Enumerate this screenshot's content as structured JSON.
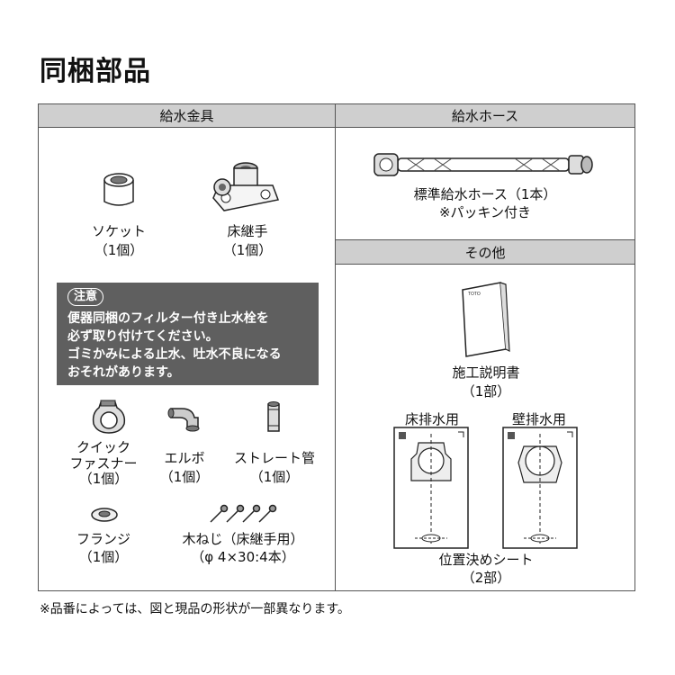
{
  "title": "同梱部品",
  "sections": {
    "fittings": "給水金具",
    "hose": "給水ホース",
    "other": "その他"
  },
  "items": {
    "socket": {
      "name": "ソケット",
      "qty": "（1個）"
    },
    "floor_joint": {
      "name": "床継手",
      "qty": "（1個）"
    },
    "quick_fastener": {
      "name_line1": "クイック",
      "name_line2": "ファスナー",
      "qty": "（1個）"
    },
    "elbow": {
      "name": "エルボ",
      "qty": "（1個）"
    },
    "straight_pipe": {
      "name": "ストレート管",
      "qty": "（1個）"
    },
    "flange": {
      "name": "フランジ",
      "qty": "（1個）"
    },
    "wood_screw": {
      "name": "木ねじ（床継手用）",
      "qty": "（φ 4×30:4本）"
    },
    "hose": {
      "name": "標準給水ホース（1本）",
      "note": "※パッキン付き"
    },
    "manual": {
      "name": "施工説明書",
      "qty": "（1部）",
      "brand": "TOTO"
    },
    "sheet_floor": {
      "name": "床排水用"
    },
    "sheet_wall": {
      "name": "壁排水用"
    },
    "sheet": {
      "name": "位置決めシート",
      "qty": "（2部）"
    }
  },
  "notice": {
    "badge": "注意",
    "line1": "便器同梱のフィルター付き止水栓を",
    "line2": "必ず取り付けてください。",
    "line3": "ゴミかみによる止水、吐水不良になる",
    "line4": "おそれがあります。"
  },
  "footnote": "※品番によっては、図と現品の形状が一部異なります。"
}
